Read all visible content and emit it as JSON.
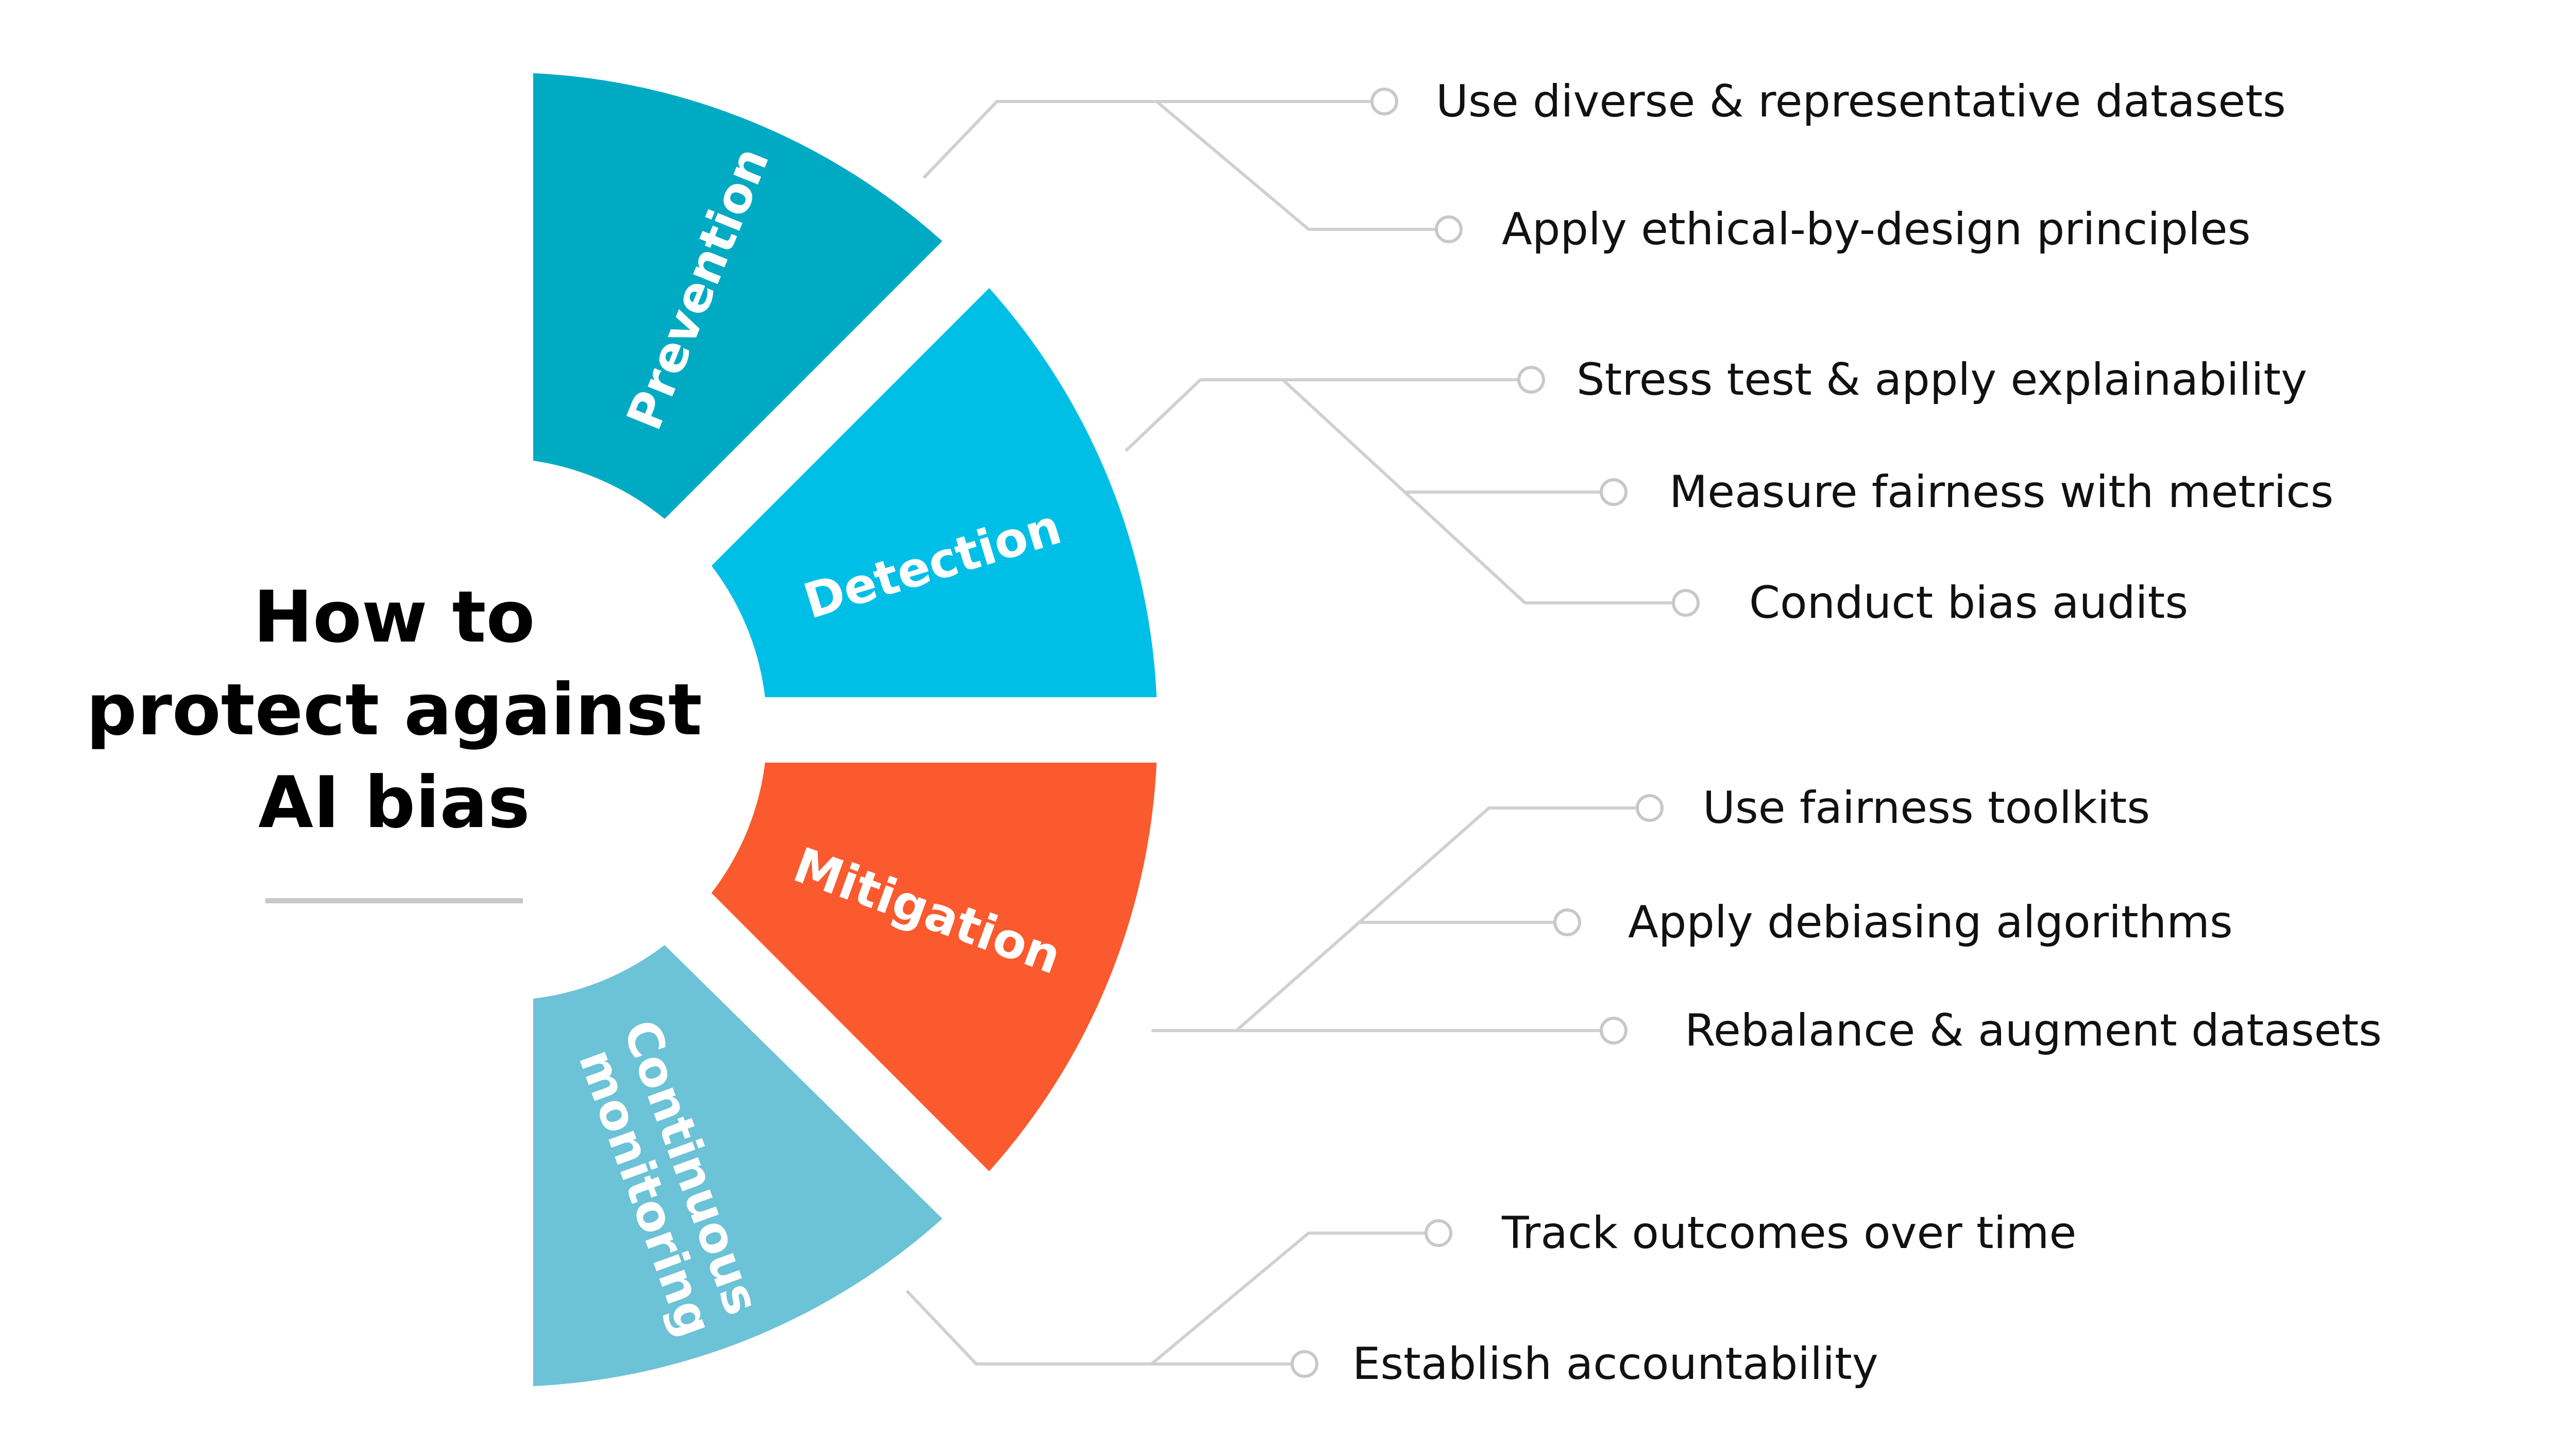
{
  "title": {
    "lines": [
      "How to",
      "protect against",
      "AI bias"
    ]
  },
  "colors": {
    "prevention": "#00AAC2",
    "detection": "#00BFE6",
    "mitigation": "#FA5A2E",
    "monitoring": "#6CC2D6",
    "connector": "#d0d0d0",
    "divider": "#c8c8c8",
    "text": "#111111"
  },
  "segments": [
    {
      "key": "prevention",
      "lines": [
        "Prevention"
      ],
      "items": [
        "Use diverse & representative datasets",
        "Apply ethical-by-design principles"
      ]
    },
    {
      "key": "detection",
      "lines": [
        "Detection"
      ],
      "items": [
        "Stress test & apply explainability",
        "Measure fairness with metrics",
        "Conduct bias audits"
      ]
    },
    {
      "key": "mitigation",
      "lines": [
        "Mitigation"
      ],
      "items": [
        "Use fairness toolkits",
        "Apply debiasing algorithms",
        "Rebalance & augment datasets"
      ]
    },
    {
      "key": "monitoring",
      "lines": [
        "Continuous",
        "monitoring"
      ],
      "items": [
        "Track outcomes over time",
        "Establish accountability"
      ]
    }
  ]
}
